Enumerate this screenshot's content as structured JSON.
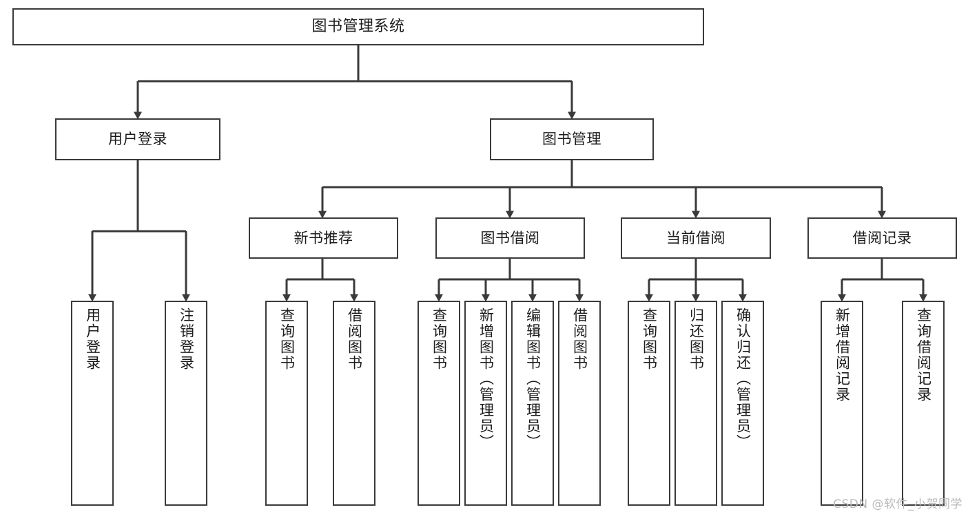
{
  "diagram": {
    "title": "图书管理系统",
    "watermark": "CSDN @软件_小贺同学",
    "line_color": "#3a3a3a",
    "box_fill": "#ffffff",
    "text_color": "#1c1c1c",
    "background": "#ffffff",
    "nodes": {
      "root": {
        "label": "图书管理系统"
      },
      "level1": [
        {
          "label": "用户登录"
        },
        {
          "label": "图书管理"
        }
      ],
      "level2": [
        {
          "label": "新书推荐"
        },
        {
          "label": "图书借阅"
        },
        {
          "label": "当前借阅"
        },
        {
          "label": "借阅记录"
        }
      ],
      "leaves": {
        "user_login": [
          {
            "label": "用户登录"
          },
          {
            "label": "注销登录"
          }
        ],
        "new_book_recommend": [
          {
            "label": "查询图书"
          },
          {
            "label": "借阅图书"
          }
        ],
        "book_borrow": [
          {
            "label": "查询图书"
          },
          {
            "label": "新增图书（管理员）"
          },
          {
            "label": "编辑图书（管理员）"
          },
          {
            "label": "借阅图书"
          }
        ],
        "current_borrow": [
          {
            "label": "查询图书"
          },
          {
            "label": "归还图书"
          },
          {
            "label": "确认归还（管理员）"
          }
        ],
        "borrow_record": [
          {
            "label": "新增借阅记录"
          },
          {
            "label": "查询借阅记录"
          }
        ]
      }
    }
  }
}
